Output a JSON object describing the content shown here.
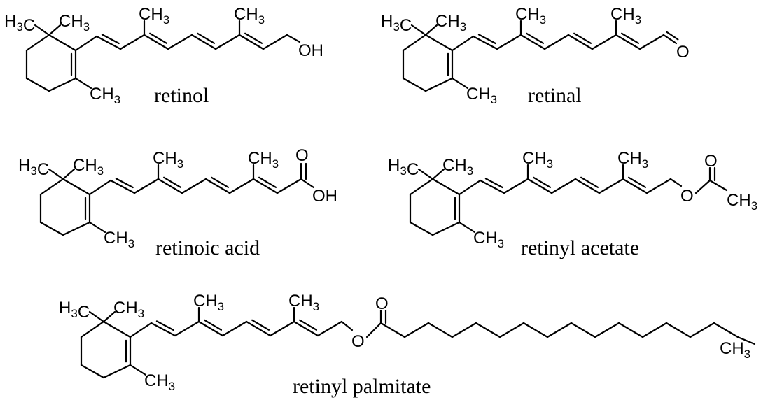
{
  "molecules": [
    {
      "name": "retinol",
      "labels": [
        "H3C",
        "CH3",
        "CH3",
        "CH3",
        "CH3",
        "OH"
      ]
    },
    {
      "name": "retinal",
      "labels": [
        "H3C",
        "CH3",
        "CH3",
        "CH3",
        "CH3",
        "O"
      ]
    },
    {
      "name": "retinoic acid",
      "labels": [
        "H3C",
        "CH3",
        "CH3",
        "CH3",
        "CH3",
        "O",
        "OH"
      ]
    },
    {
      "name": "retinyl acetate",
      "labels": [
        "H3C",
        "CH3",
        "CH3",
        "CH3",
        "CH3",
        "O",
        "O",
        "CH3"
      ]
    },
    {
      "name": "retinyl palmitate",
      "labels": [
        "H3C",
        "CH3",
        "CH3",
        "CH3",
        "CH3",
        "O",
        "O",
        "CH3"
      ]
    }
  ]
}
